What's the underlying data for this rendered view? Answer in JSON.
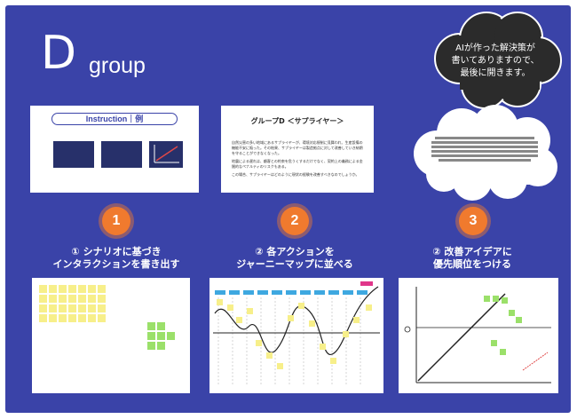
{
  "header": {
    "letter": "D",
    "word": "group"
  },
  "cloud_note": {
    "lines": [
      "AIが作った解決策が",
      "書いてありますので、",
      "最後に開きます。"
    ],
    "color": "#222222"
  },
  "instruction_card": {
    "title": "Instruction｜例"
  },
  "doc_card": {
    "title": "グループD ＜サプライヤー＞",
    "paragraphs": [
      "自然災害の多い地域にあるサプライヤーが、環境対応規制に見舞われ、生産設備の機能不安に陥った。その結果、サプライヤーは製造拠点に対して改善していき納期を守ることができなくなった。",
      "地震による遅れは、顧客との約束を危うくするだけでなく、契約上の義務による金銭的なペナルティのリスクもある。",
      "この場合、サプライヤーはどのように現状の経験を改善すべきなのでしょうか。"
    ]
  },
  "steps": [
    {
      "number": "1",
      "line1": "① シナリオに基づき",
      "line2": "インタラクションを書き出す"
    },
    {
      "number": "2",
      "line1": "② 各アクションを",
      "line2": "ジャーニーマップに並べる"
    },
    {
      "number": "3",
      "line1": "② 改善アイデアに",
      "line2": "優先順位をつける"
    }
  ],
  "colors": {
    "board": "#3a43a8",
    "accent": "#f07a2e",
    "sticky_yellow": "#f7ef8a",
    "sticky_green": "#9be06a",
    "sticky_blue": "#3ea8e0"
  }
}
